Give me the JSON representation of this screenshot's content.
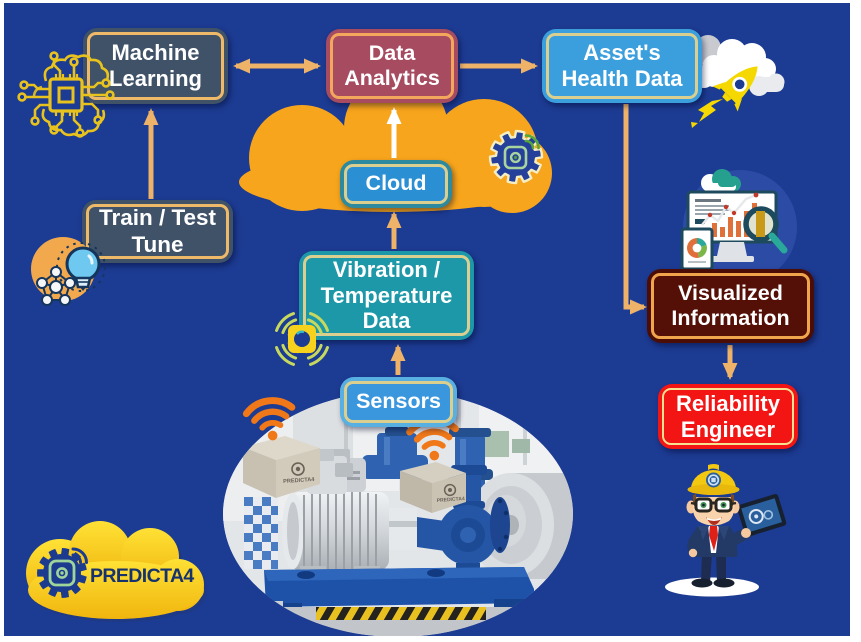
{
  "title": "PREDICTA4 predictive maintenance data flow diagram",
  "background": {
    "page": "#ffffff",
    "canvas": "#1c3b92"
  },
  "palette": {
    "navy_background": "#1c3b92",
    "orange_cloud": "#f7a51c",
    "arrow_tan": "#eeb268",
    "arrow_white": "#ffffff",
    "slate_box": "#3f5268",
    "maroon_box": "#a74b61",
    "blue_box": "#3c9fdd",
    "teal_box": "#1d98a8",
    "dark_maroon_box": "#540f06",
    "red_box": "#f31414",
    "khaki_border": "#dbcf90",
    "orange_border": "#eeb968",
    "logo_yellow": "#fdd017",
    "wifi_orange": "#f07818"
  },
  "nodes": {
    "machine_learning": {
      "lines": [
        "Machine",
        "Learning"
      ]
    },
    "data_analytics": {
      "lines": [
        "Data",
        "Analytics"
      ]
    },
    "assets_health_data": {
      "lines": [
        "Asset's",
        "Health Data"
      ]
    },
    "cloud": {
      "lines": [
        "Cloud"
      ]
    },
    "train_test_tune": {
      "lines": [
        "Train / Test",
        "Tune"
      ]
    },
    "vibration_temperature_data": {
      "lines": [
        "Vibration /",
        "Temperature",
        "Data"
      ]
    },
    "sensors": {
      "lines": [
        "Sensors"
      ]
    },
    "visualized_information": {
      "lines": [
        "Visualized",
        "Information"
      ]
    },
    "reliability_engineer": {
      "lines": [
        "Reliability",
        "Engineer"
      ]
    }
  },
  "logo": {
    "text": "PREDICTA4"
  },
  "photo": {
    "description": "industrial centrifugal pumps with wireless sensors",
    "sensor_box_label": "PREDICTA4"
  },
  "icons": [
    "ai-chip-brain-icon",
    "idea-lightbulb-network-icon",
    "iot-gear-icon",
    "rocket-clouds-icon",
    "analytics-dashboard-icon",
    "wireless-sensor-icon",
    "wifi-signal-icon",
    "engineer-character"
  ]
}
